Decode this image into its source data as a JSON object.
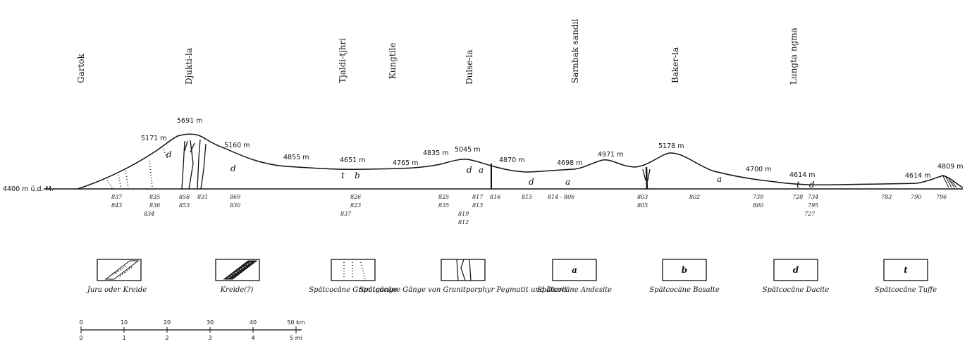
{
  "locations": [
    "Gartok",
    "Djukti-la",
    "Tjaldi-tjhri",
    "Kungtile",
    "Dulse-la",
    "Sarnbak sandil",
    "Baker-la",
    "Lungta ngma"
  ],
  "peaks": [
    "5171 m",
    "5691 m",
    "5160 m",
    "4855 m",
    "4651 m",
    "4765 m",
    "4835 m",
    "5045 m",
    "4870 m",
    "4698 m",
    "4971 m",
    "5178 m",
    "4700 m",
    "4614 m",
    "4614 m",
    "4809 m"
  ],
  "base_label": "4400 m ü.d. M.",
  "rock_labels": [
    "d",
    "d",
    "t",
    "b",
    "d",
    "a",
    "d",
    "a",
    "a",
    "t",
    "d"
  ],
  "samples": [
    "837",
    "843",
    "835",
    "836",
    "834",
    "858",
    "853",
    "831",
    "869",
    "830",
    "826",
    "823",
    "837",
    "825",
    "835",
    "819",
    "812",
    "817",
    "813",
    "816",
    "815",
    "814 - 806",
    "803",
    "805",
    "802",
    "739",
    "800",
    "728",
    "734",
    "795",
    "727",
    "783",
    "790",
    "796"
  ],
  "legend": [
    {
      "label": "Jura oder Kreide",
      "symbol": ""
    },
    {
      "label": "Kreide(?)",
      "symbol": ""
    },
    {
      "label": "Spätcocäne Granitgänge",
      "symbol": ""
    },
    {
      "label": "Spätcocäne Gänge von Granitporphyr Pegmatit und Diorit",
      "symbol": ""
    },
    {
      "label": "Spätcocäne Andesite",
      "symbol": "a"
    },
    {
      "label": "Spätcocäne Basalte",
      "symbol": "b"
    },
    {
      "label": "Spätcocäne Dacite",
      "symbol": "d"
    },
    {
      "label": "Spätcocäne Tuffe",
      "symbol": "t"
    }
  ],
  "scale": {
    "km_ticks": [
      "0",
      "10",
      "20",
      "30",
      "40",
      "50 km"
    ],
    "mi_ticks": [
      "0",
      "1",
      "2",
      "3",
      "4",
      "5 mi"
    ]
  }
}
